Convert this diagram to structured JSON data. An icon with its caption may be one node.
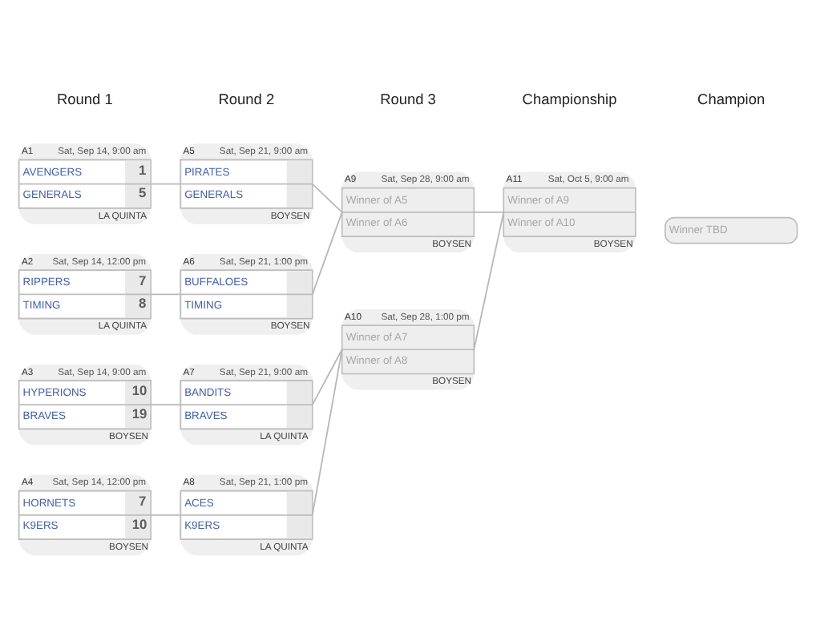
{
  "diagram": {
    "nodes": [
      {
        "text": [
          "A1",
          "Sat, Sep 14, 9:00 am",
          "AVENGERS",
          "1",
          "GENERALS",
          "5",
          "LA QUINTA"
        ]
      },
      {
        "text": [
          "A2",
          "Sat, Sep 14, 12:00 pm",
          "RIPPERS",
          "7",
          "TIMING",
          "8",
          "LA QUINTA"
        ]
      },
      {
        "text": [
          "A3",
          "Sat, Sep 14, 9:00 am",
          "HYPERIONS",
          "10",
          "BRAVES",
          "19",
          "BOYSEN"
        ]
      },
      {
        "text": [
          "A4",
          "Sat, Sep 14, 12:00 pm",
          "HORNETS",
          "7",
          "K9ERS",
          "10",
          "BOYSEN"
        ]
      },
      {
        "text": [
          "A5",
          "Sat, Sep 21, 9:00 am",
          "PIRATES",
          "GENERALS",
          "BOYSEN"
        ]
      },
      {
        "text": [
          "A6",
          "Sat, Sep 21, 1:00 pm",
          "BUFFALOES",
          "TIMING",
          "BOYSEN"
        ]
      },
      {
        "text": [
          "A7",
          "Sat, Sep 21, 9:00 am",
          "BANDITS",
          "BRAVES",
          "LA QUINTA"
        ]
      },
      {
        "text": [
          "A8",
          "Sat, Sep 21, 1:00 pm",
          "ACES",
          "K9ERS",
          "LA QUINTA"
        ]
      },
      {
        "text": [
          "A9",
          "Sat, Sep 28, 9:00 am",
          "Winner of A5",
          "Winner of A6",
          "BOYSEN"
        ]
      },
      {
        "text": [
          "A10",
          "Sat, Sep 28, 1:00 pm",
          "Winner of A7",
          "Winner of A8",
          "BOYSEN"
        ]
      },
      {
        "text": [
          "A11",
          "Sat, Oct 5, 9:00 am",
          "Winner of A9",
          "Winner of A10",
          "BOYSEN"
        ]
      },
      {
        "text": [
          "Winner TBD"
        ]
      }
    ],
    "edges": [
      {
        "from": 0,
        "to": 4,
        "arrow": "none"
      },
      {
        "from": 1,
        "to": 5,
        "arrow": "none"
      },
      {
        "from": 2,
        "to": 6,
        "arrow": "none"
      },
      {
        "from": 3,
        "to": 7,
        "arrow": "none"
      },
      {
        "from": 4,
        "to": 8,
        "arrow": "none"
      },
      {
        "from": 5,
        "to": 8,
        "arrow": "none"
      },
      {
        "from": 6,
        "to": 9,
        "arrow": "none"
      },
      {
        "from": 7,
        "to": 9,
        "arrow": "none"
      },
      {
        "from": 8,
        "to": 10,
        "arrow": "none"
      },
      {
        "from": 9,
        "to": 10,
        "arrow": "none"
      }
    ],
    "labels": [
      "Round 1",
      "Round 2",
      "Round 3",
      "Championship",
      "Champion"
    ]
  }
}
